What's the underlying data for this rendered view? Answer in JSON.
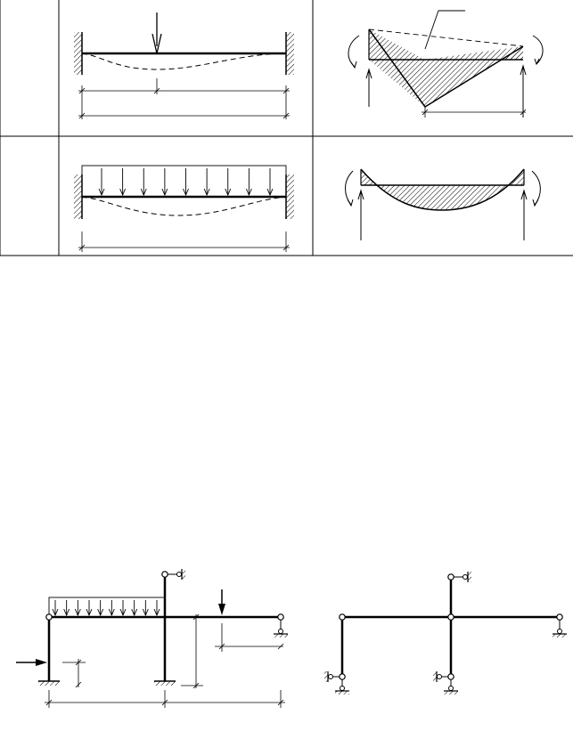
{
  "document": {
    "type": "structural-mechanics-figure",
    "table": {
      "rows": [
        {
          "scheme": "fixed-fixed-beam-point-load",
          "diagram": "moment-diagram-point-load"
        },
        {
          "scheme": "fixed-fixed-beam-uniform-load",
          "diagram": "moment-diagram-uniform-load"
        }
      ]
    },
    "frames": [
      {
        "id": "frame-given-structure"
      },
      {
        "id": "frame-basic-system"
      }
    ]
  }
}
